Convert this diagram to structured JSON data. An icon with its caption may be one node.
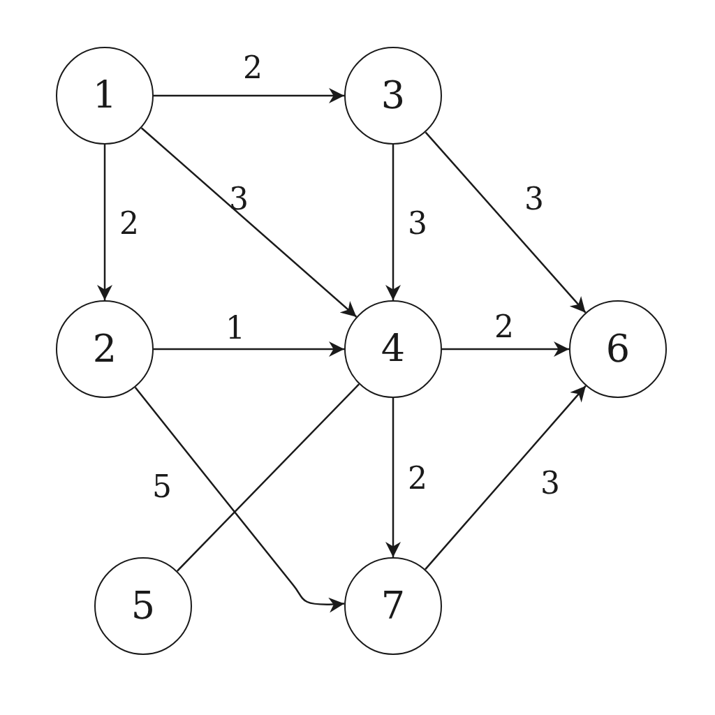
{
  "diagram": {
    "nodes": [
      {
        "text": [
          "1"
        ]
      },
      {
        "text": [
          "3"
        ]
      },
      {
        "text": [
          "2"
        ]
      },
      {
        "text": [
          "4"
        ]
      },
      {
        "text": [
          "6"
        ]
      },
      {
        "text": [
          "5"
        ]
      },
      {
        "text": [
          "7"
        ]
      }
    ],
    "edges": [
      {
        "from": 0,
        "to": 1,
        "arrow": "to",
        "label": "2"
      },
      {
        "from": 0,
        "to": 2,
        "arrow": "to",
        "label": "2"
      },
      {
        "from": 0,
        "to": 3,
        "arrow": "to",
        "label": "3"
      },
      {
        "from": 1,
        "to": 3,
        "arrow": "to",
        "label": "3"
      },
      {
        "from": 1,
        "to": 4,
        "arrow": "to",
        "label": "3"
      },
      {
        "from": 2,
        "to": 3,
        "arrow": "to",
        "label": "1"
      },
      {
        "from": 3,
        "to": 4,
        "arrow": "to",
        "label": "2"
      },
      {
        "from": 2,
        "to": 6,
        "arrow": "to",
        "label": "5"
      },
      {
        "from": 5,
        "to": 3,
        "arrow": "none"
      },
      {
        "from": 3,
        "to": 6,
        "arrow": "to",
        "label": "2"
      },
      {
        "from": 6,
        "to": 4,
        "arrow": "to",
        "label": "3"
      }
    ]
  }
}
